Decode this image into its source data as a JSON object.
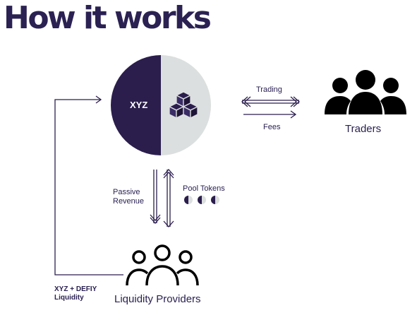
{
  "title": "How it works",
  "pool": {
    "label": "XYZ",
    "icon": "cubes-icon",
    "colors": {
      "dark": "#2b1e4d",
      "light": "#dcdfdf"
    }
  },
  "traders": {
    "label": "Traders",
    "icon": "people-group-icon"
  },
  "liquidity_providers": {
    "label": "Liquidity Providers",
    "icon": "people-outline-icon"
  },
  "flows": {
    "trading": "Trading",
    "fees": "Fees",
    "passive_revenue": "Passive\nRevenue",
    "pool_tokens": "Pool Tokens",
    "liquidity": "XYZ + DEFIY\nLiquidity"
  },
  "colors": {
    "primary": "#2b2152",
    "line": "#2b1e4d"
  }
}
